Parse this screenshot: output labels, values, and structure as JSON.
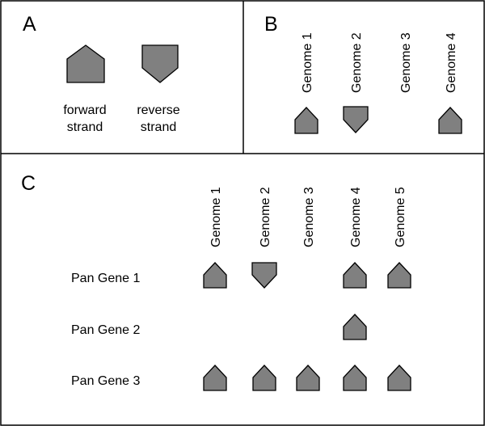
{
  "panel_a": {
    "letter": "A",
    "forward_label_line1": "forward",
    "forward_label_line2": "strand",
    "reverse_label_line1": "reverse",
    "reverse_label_line2": "strand"
  },
  "panel_b": {
    "letter": "B",
    "genomes": [
      "Genome 1",
      "Genome 2",
      "Genome 3",
      "Genome 4"
    ],
    "strands": [
      "forward",
      "reverse",
      null,
      "forward"
    ]
  },
  "panel_c": {
    "letter": "C",
    "genomes": [
      "Genome 1",
      "Genome 2",
      "Genome 3",
      "Genome 4",
      "Genome 5"
    ],
    "rows": [
      {
        "label": "Pan Gene 1",
        "strands": [
          "forward",
          "reverse",
          null,
          "forward",
          "forward"
        ]
      },
      {
        "label": "Pan Gene 2",
        "strands": [
          null,
          null,
          null,
          "forward",
          null
        ]
      },
      {
        "label": "Pan Gene 3",
        "strands": [
          "forward",
          "forward",
          "forward",
          "forward",
          "forward"
        ]
      }
    ]
  },
  "colors": {
    "shape_fill": "#808080",
    "stroke": "#000000",
    "background": "#ffffff"
  }
}
